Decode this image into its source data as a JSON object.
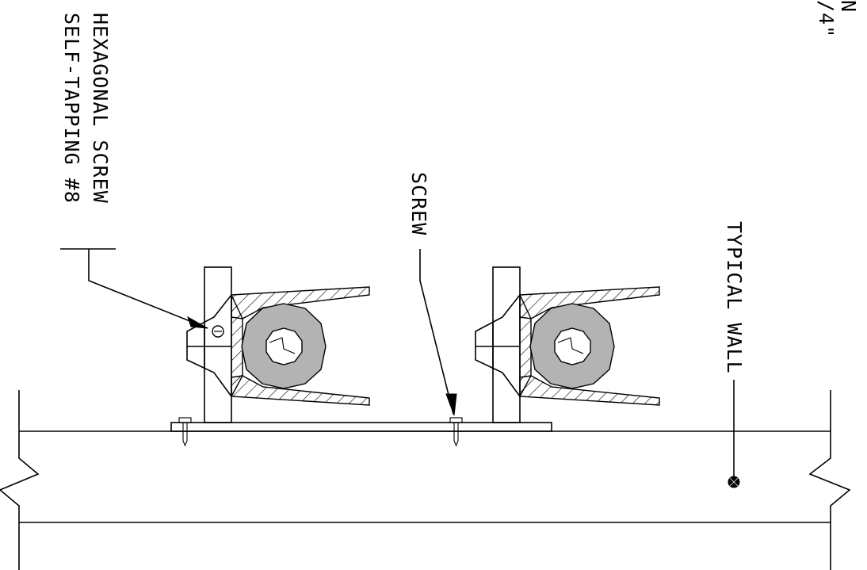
{
  "labels": {
    "corner_line1": "N",
    "corner_line2": "/4\"",
    "hex_screw_line1": "HEXAGONAL SCREW",
    "hex_screw_line2": "SELF-TAPPING #8",
    "screw": "SCREW",
    "typical_wall": "TYPICAL WALL"
  }
}
